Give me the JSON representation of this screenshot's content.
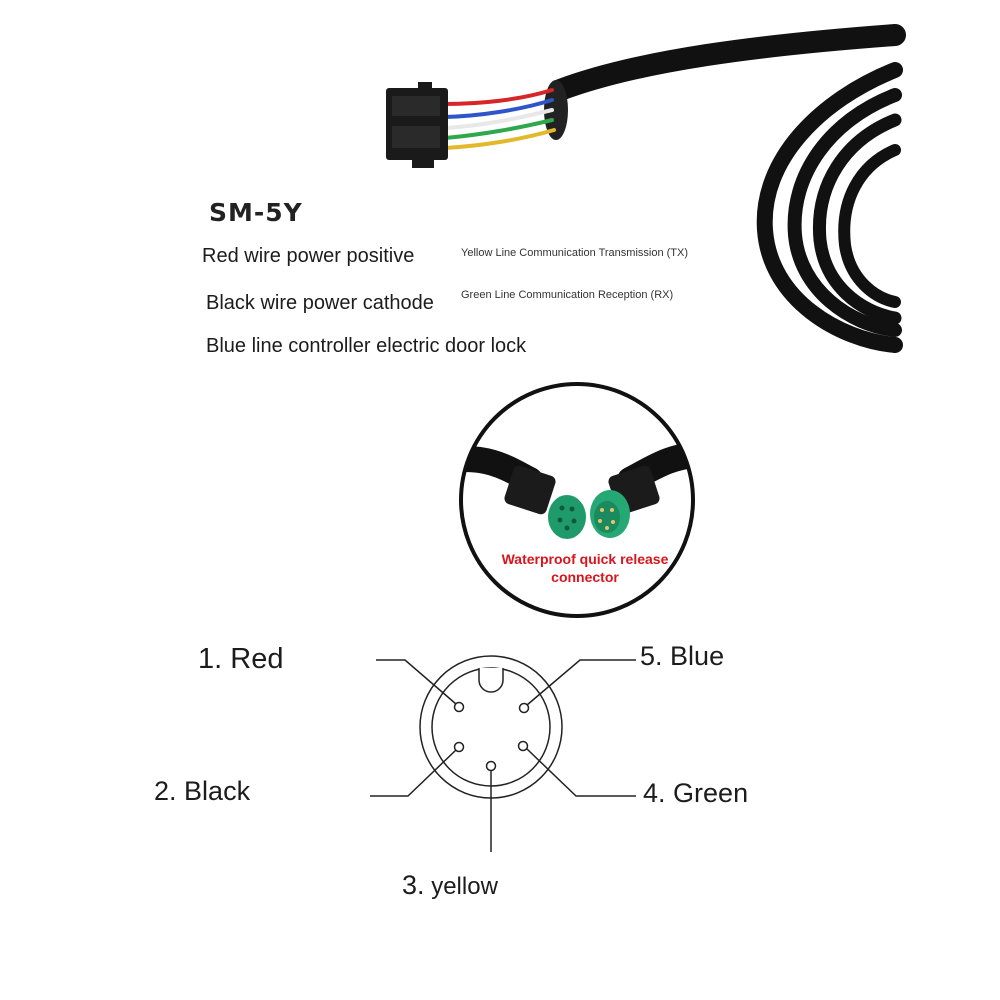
{
  "product": {
    "title": "SM-5Y"
  },
  "descriptions": {
    "red": "Red wire power positive",
    "black": "Black wire power cathode",
    "blue": "Blue line controller electric door lock",
    "yellow": "Yellow Line Communication Transmission (TX)",
    "green": "Green Line Communication Reception (RX)"
  },
  "callout": {
    "line1": "Waterproof quick release",
    "line2": "connector"
  },
  "pins": [
    {
      "number": "1.",
      "color": "Red"
    },
    {
      "number": "2.",
      "color": "Black"
    },
    {
      "number": "3.",
      "color": "yellow"
    },
    {
      "number": "4.",
      "color": "Green"
    },
    {
      "number": "5.",
      "color": "Blue"
    }
  ],
  "colors": {
    "wire_red": "#d6262a",
    "wire_blue": "#2f56c8",
    "wire_white": "#e8e8e8",
    "wire_green": "#2ea84a",
    "wire_yellow": "#e2b92a",
    "cable": "#111111",
    "connector_green": "#1f9a6a",
    "callout_text": "#d8141c"
  }
}
